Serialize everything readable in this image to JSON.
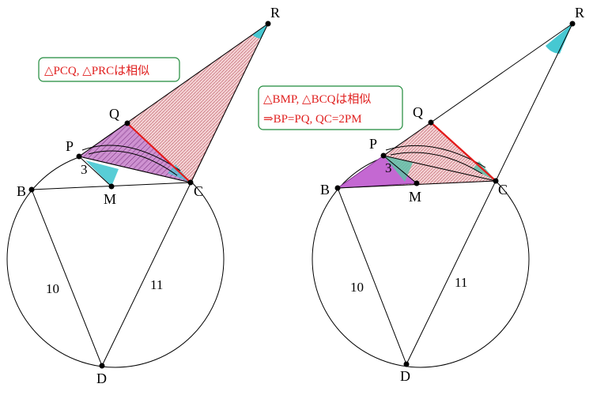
{
  "colors": {
    "red_segment": "#e41a1a",
    "triangle_pink": "#e8a3a8",
    "triangle_purple": "#b45bc4",
    "angle_cyan": "#46c8d2",
    "note_border": "#1f8a3a",
    "note_text": "#e0201f"
  },
  "left_figure": {
    "points": {
      "R": "R",
      "Q": "Q",
      "P": "P",
      "B": "B",
      "M": "M",
      "C": "C",
      "D": "D"
    },
    "lengths": {
      "PM": "3",
      "BD": "10",
      "CD": "11"
    },
    "note": {
      "line1": "△PCQ, △PRCは相似"
    }
  },
  "right_figure": {
    "points": {
      "R": "R",
      "Q": "Q",
      "P": "P",
      "B": "B",
      "M": "M",
      "C": "C",
      "D": "D"
    },
    "lengths": {
      "PM": "3",
      "BD": "10",
      "CD": "11"
    },
    "note": {
      "line1": "△BMP, △BCQは相似",
      "line2": "⇒BP=PQ, QC=2PM"
    }
  }
}
